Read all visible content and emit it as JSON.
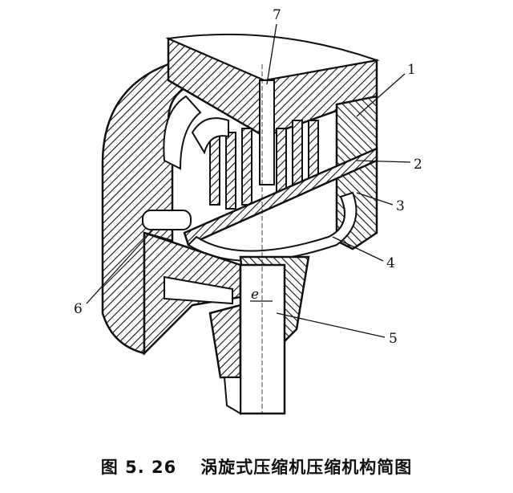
{
  "diagram": {
    "callouts": [
      "1",
      "2",
      "3",
      "4",
      "5",
      "6",
      "7"
    ],
    "eccentricity_label": "e"
  },
  "caption": {
    "number": "图 5. 26",
    "title": "涡旋式压缩机压缩机构简图"
  }
}
